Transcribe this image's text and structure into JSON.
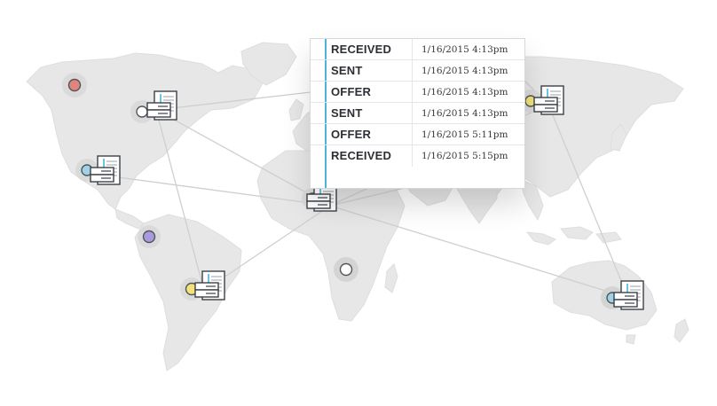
{
  "colors": {
    "land": "#e7e7e7",
    "connection": "#cfcfcf",
    "accent": "#4fb2d8",
    "node_red": "#e1847a",
    "node_purple": "#a99ae0",
    "node_yellow": "#f3e27a",
    "node_blue": "#9fd2e6",
    "node_white": "#ffffff"
  },
  "map": {
    "nodes": [
      {
        "id": "alaska",
        "color": "red"
      },
      {
        "id": "north-america-east",
        "color": "white"
      },
      {
        "id": "central-america",
        "color": "blue"
      },
      {
        "id": "south-america-north",
        "color": "purple"
      },
      {
        "id": "south-america-south",
        "color": "yellow"
      },
      {
        "id": "west-africa",
        "color": "purple"
      },
      {
        "id": "south-africa",
        "color": "white"
      },
      {
        "id": "india",
        "color": "blue"
      },
      {
        "id": "east-asia",
        "color": "yellow"
      },
      {
        "id": "australia",
        "color": "blue"
      }
    ],
    "icons": [
      "server-icon",
      "document-icon"
    ]
  },
  "log": {
    "rows": [
      {
        "status": "RECEIVED",
        "time": "1/16/2015 4:13pm"
      },
      {
        "status": "SENT",
        "time": "1/16/2015 4:13pm"
      },
      {
        "status": "OFFER",
        "time": "1/16/2015 4:13pm"
      },
      {
        "status": "SENT",
        "time": "1/16/2015 4:13pm"
      },
      {
        "status": "OFFER",
        "time": "1/16/2015 5:11pm"
      },
      {
        "status": "RECEIVED",
        "time": "1/16/2015 5:15pm"
      }
    ]
  }
}
